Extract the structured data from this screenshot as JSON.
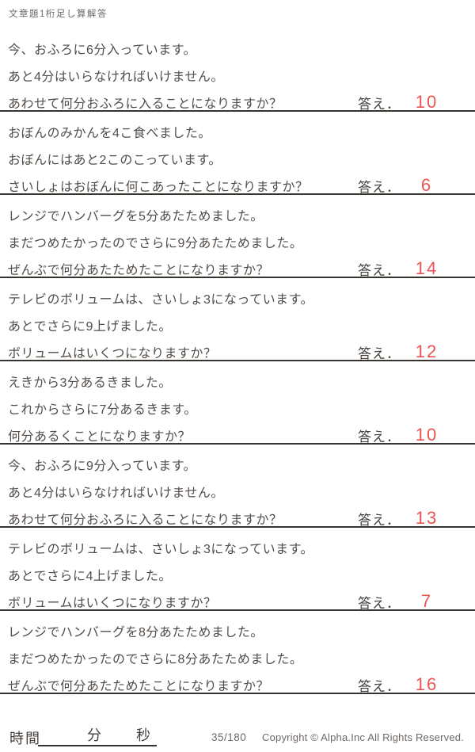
{
  "header": {
    "title": "文章題1桁足し算解答"
  },
  "labels": {
    "answer": "答え．"
  },
  "colors": {
    "answer_red": "#ea5550",
    "body_text": "#534d49",
    "rule": "#37332f",
    "muted_gray": "#6e6965"
  },
  "problems": [
    {
      "line1": "今、おふろに6分入っています。",
      "line2": "あと4分はいらなければいけません。",
      "question": "あわせて何分おふろに入ることになりますか？",
      "answer": "10"
    },
    {
      "line1": "おぼんのみかんを4こ食べました。",
      "line2": "おぼんにはあと2このこっています。",
      "question": "さいしょはおぼんに何こあったことになりますか？",
      "answer": "6"
    },
    {
      "line1": "レンジでハンバーグを5分あたためました。",
      "line2": "まだつめたかったのでさらに9分あたためました。",
      "question": "ぜんぶで何分あたためたことになりますか？",
      "answer": "14"
    },
    {
      "line1": "テレビのボリュームは、さいしょ3になっています。",
      "line2": "あとでさらに9上げました。",
      "question": "ボリュームはいくつになりますか？",
      "answer": "12"
    },
    {
      "line1": "えきから3分あるきました。",
      "line2": "これからさらに7分あるきます。",
      "question": "何分あるくことになりますか？",
      "answer": "10"
    },
    {
      "line1": "今、おふろに9分入っています。",
      "line2": "あと4分はいらなければいけません。",
      "question": "あわせて何分おふろに入ることになりますか？",
      "answer": "13"
    },
    {
      "line1": "テレビのボリュームは、さいしょ3になっています。",
      "line2": "あとでさらに4上げました。",
      "question": "ボリュームはいくつになりますか？",
      "answer": "7"
    },
    {
      "line1": "レンジでハンバーグを8分あたためました。",
      "line2": "まだつめたかったのでさらに8分あたためました。",
      "question": "ぜんぶで何分あたためたことになりますか？",
      "answer": "16"
    }
  ],
  "footer": {
    "time_label": "時間",
    "minutes_label": "分",
    "seconds_label": "秒",
    "page_number": "35/180",
    "copyright": "Copyright ©  Alpha.Inc All Rights Reserved."
  }
}
